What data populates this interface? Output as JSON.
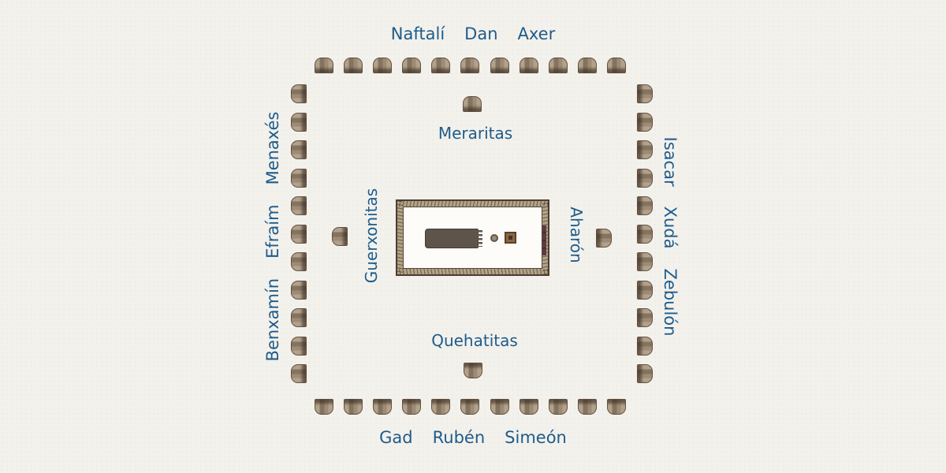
{
  "diagram": {
    "description": "Camp of the tribes of Israel around the tabernacle",
    "outer_camps": {
      "north": {
        "tribes": [
          "Naftalí",
          "Dan",
          "Axer"
        ],
        "tent_count": 11
      },
      "east": {
        "tribes": [
          "Isacar",
          "Xudá",
          "Zebulón"
        ],
        "tent_count": 11
      },
      "south": {
        "tribes": [
          "Gad",
          "Rubén",
          "Simeón"
        ],
        "tent_count": 11
      },
      "west": {
        "tribes": [
          "Benxamín",
          "Efraím",
          "Menaxés"
        ],
        "tent_count": 11
      }
    },
    "levite_camps": {
      "north": {
        "label": "Meraritas",
        "tent_count": 1
      },
      "west": {
        "label": "Guerxonitas",
        "tent_count": 1
      },
      "south": {
        "label": "Quehatitas",
        "tent_count": 1
      },
      "east": {
        "label": "Aharón",
        "tent_count": 1
      }
    },
    "icons": {
      "tent": "tent-icon",
      "courtyard": "courtyard-fence",
      "tabernacle": "tabernacle-tent",
      "laver": "laver-basin",
      "altar": "altar-of-burnt-offering",
      "entrance": "entrance-screen"
    },
    "colors": {
      "label_text": "#1e5c8b",
      "tent_light": "#b2a18b",
      "tent_shadow": "#5a4434",
      "fence_fill": "#b3a388",
      "fence_line": "#4c3e2f",
      "tabernacle": "#5e544b",
      "altar": "#8a6844",
      "entrance_screen": "#5d3b42",
      "background": "#f3f1ec"
    }
  }
}
